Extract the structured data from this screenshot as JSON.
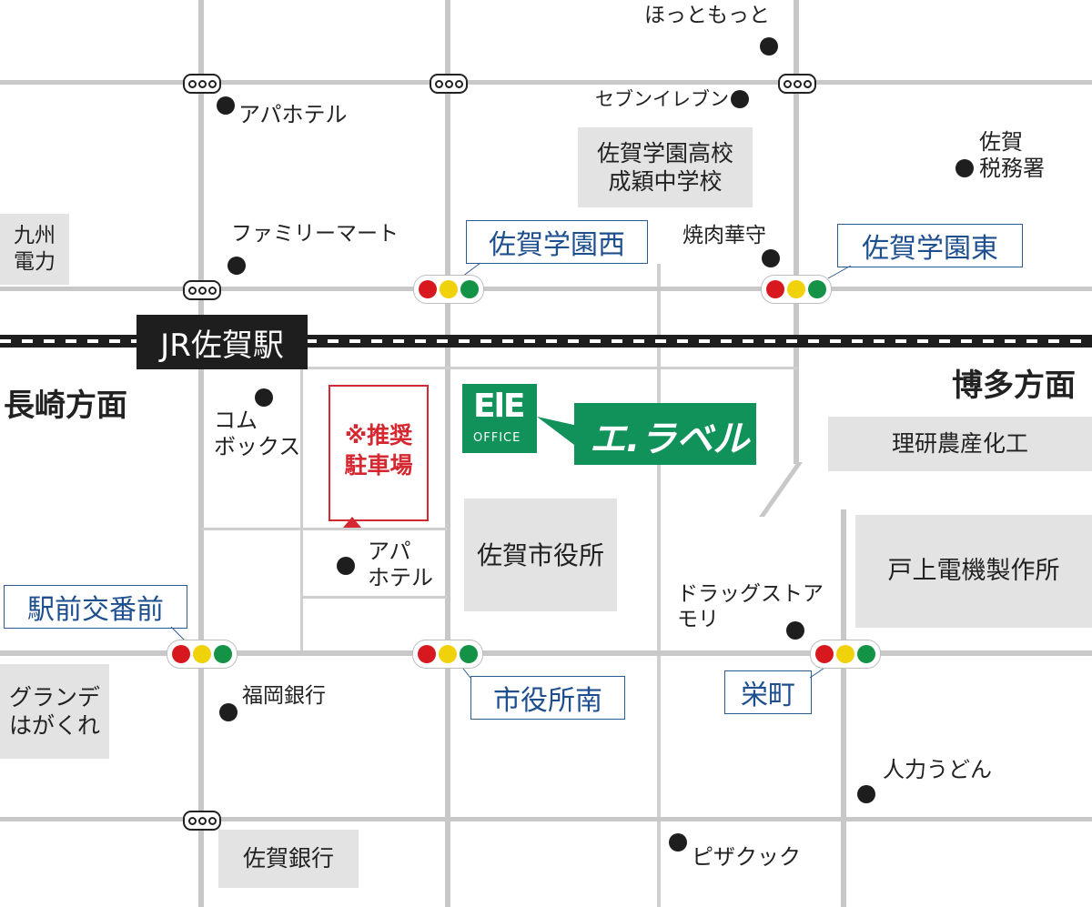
{
  "station": "JR佐賀駅",
  "directions": {
    "west": "長崎方面",
    "east": "博多方面"
  },
  "signals": {
    "saga_gakuen_nishi": "佐賀学園西",
    "saga_gakuen_higashi": "佐賀学園東",
    "ekimae_kobanmae": "駅前交番前",
    "shiyakusho_minami": "市役所南",
    "sakaemachi": "栄町"
  },
  "parking": {
    "line1": "※推奨",
    "line2": "駐車場"
  },
  "company": {
    "logo_mark": "ElE",
    "logo_sub": "OFFICE",
    "name": "エ.ラベル"
  },
  "buildings": {
    "kyushu_denryoku": [
      "九州",
      "電力"
    ],
    "saga_gakuen": [
      "佐賀学園高校",
      "成穎中学校"
    ],
    "riken": "理研農産化工",
    "togami": "戸上電機製作所",
    "shiyakusho": "佐賀市役所",
    "grande": [
      "グランデ",
      "はがくれ"
    ],
    "saga_ginko": "佐賀銀行"
  },
  "pois": {
    "hotto_motto": "ほっともっと",
    "apa_hotel_1": "アパホテル",
    "seven_eleven": "セブンイレブン",
    "saga_zeimusho": [
      "佐賀",
      "税務署"
    ],
    "family_mart": "ファミリーマート",
    "yakiniku": "焼肉華守",
    "comm_box": [
      "コム",
      "ボックス"
    ],
    "apa_hotel_2": [
      "アパ",
      "ホテル"
    ],
    "drugstore": [
      "ドラッグストア",
      "モリ"
    ],
    "fukuoka_ginko": "福岡銀行",
    "jinriki_udon": "人力うどん",
    "pizza_cook": "ピザクック"
  }
}
